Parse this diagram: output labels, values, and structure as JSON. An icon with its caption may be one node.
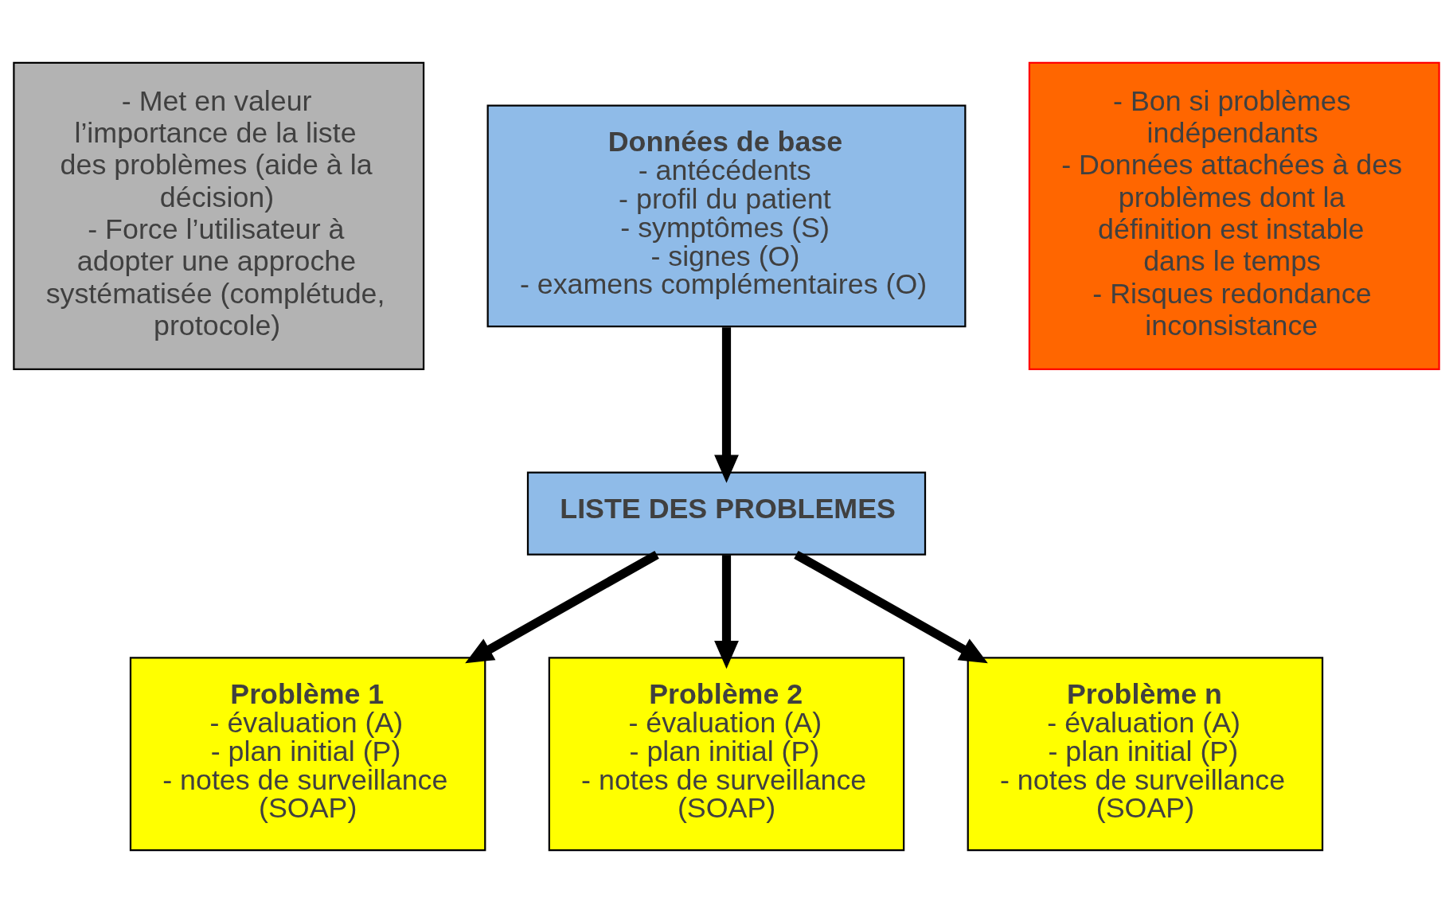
{
  "diagram": {
    "nodes": [
      {
        "text": [
          "- Met en valeur l’importance de la liste des problèmes (aide à la décision)",
          "- Force l’utilisateur à adopter une approche systématisée (complétude, protocole)"
        ]
      },
      {
        "text": [
          "Données de base",
          "- antécédents",
          "- profil du patient",
          "- symptômes (S)",
          "- signes (O)",
          "- examens complémentaires (O)"
        ]
      },
      {
        "text": [
          "- Bon si problèmes indépendants",
          "- Données attachées à des problèmes dont la définition est instable dans le temps",
          "- Risques redondance inconsistance"
        ]
      },
      {
        "text": [
          "LISTE DES PROBLEMES"
        ]
      },
      {
        "text": [
          "Problème 1",
          "- évaluation (A)",
          "- plan initial (P)",
          "- notes de surveillance (SOAP)"
        ]
      },
      {
        "text": [
          "Problème 2",
          "- évaluation (A)",
          "- plan initial (P)",
          "- notes de surveillance (SOAP)"
        ]
      },
      {
        "text": [
          "Problème n",
          "- évaluation (A)",
          "- plan initial (P)",
          "- notes de surveillance (SOAP)"
        ]
      }
    ],
    "edges": [
      {
        "from": 1,
        "to": 3,
        "arrow": "to"
      },
      {
        "from": 3,
        "to": 4,
        "arrow": "to"
      },
      {
        "from": 3,
        "to": 5,
        "arrow": "to"
      },
      {
        "from": 3,
        "to": 6,
        "arrow": "to"
      }
    ]
  }
}
